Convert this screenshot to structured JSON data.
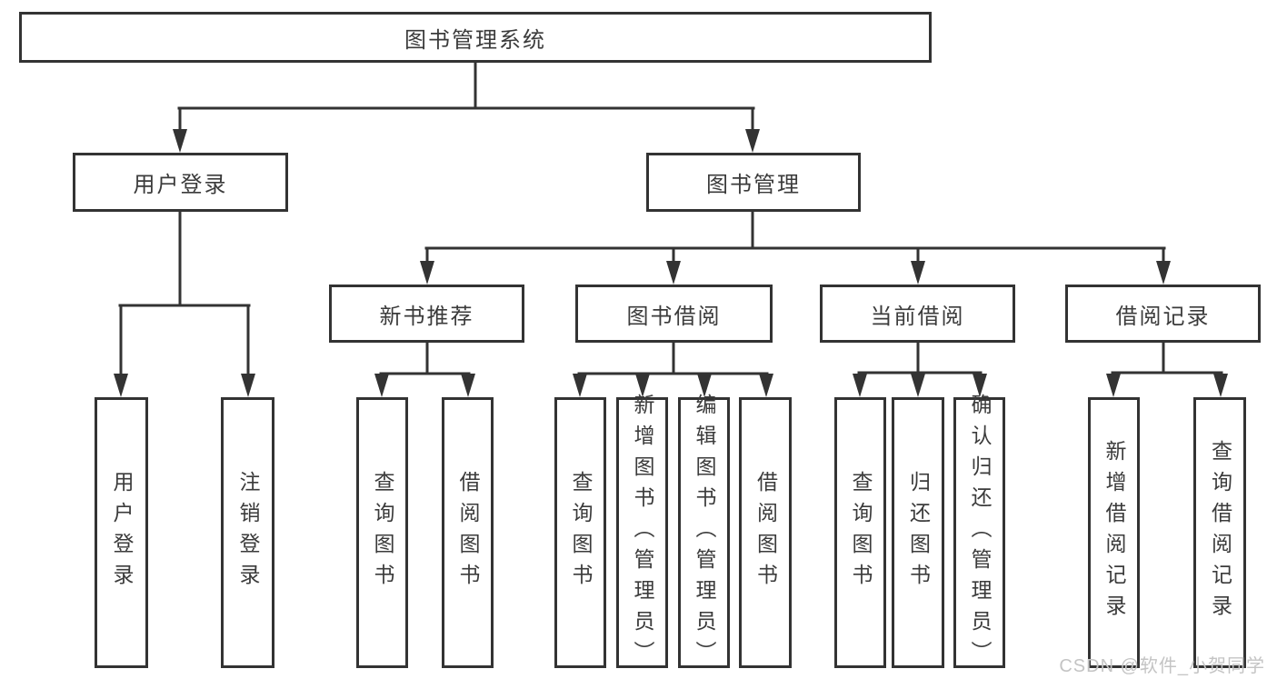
{
  "page": {
    "background": "#ffffff",
    "watermark": "CSDN @软件_小贺同学",
    "colors": {
      "line": "#333333",
      "box_border": "#333333",
      "text": "#3b3b3b",
      "watermark_text": "#c4c4c4"
    }
  },
  "tree": {
    "label": "图书管理系统",
    "children": [
      {
        "label": "用户登录",
        "children": [
          {
            "label": "用户登录"
          },
          {
            "label": "注销登录"
          }
        ]
      },
      {
        "label": "图书管理",
        "children": [
          {
            "label": "新书推荐",
            "children": [
              {
                "label": "查询图书"
              },
              {
                "label": "借阅图书"
              }
            ]
          },
          {
            "label": "图书借阅",
            "children": [
              {
                "label": "查询图书"
              },
              {
                "label": "新增图书（管理员）"
              },
              {
                "label": "编辑图书（管理员）"
              },
              {
                "label": "借阅图书"
              }
            ]
          },
          {
            "label": "当前借阅",
            "children": [
              {
                "label": "查询图书"
              },
              {
                "label": "归还图书"
              },
              {
                "label": "确认归还（管理员）"
              }
            ]
          },
          {
            "label": "借阅记录",
            "children": [
              {
                "label": "新增借阅记录"
              },
              {
                "label": "查询借阅记录"
              }
            ]
          }
        ]
      }
    ]
  }
}
